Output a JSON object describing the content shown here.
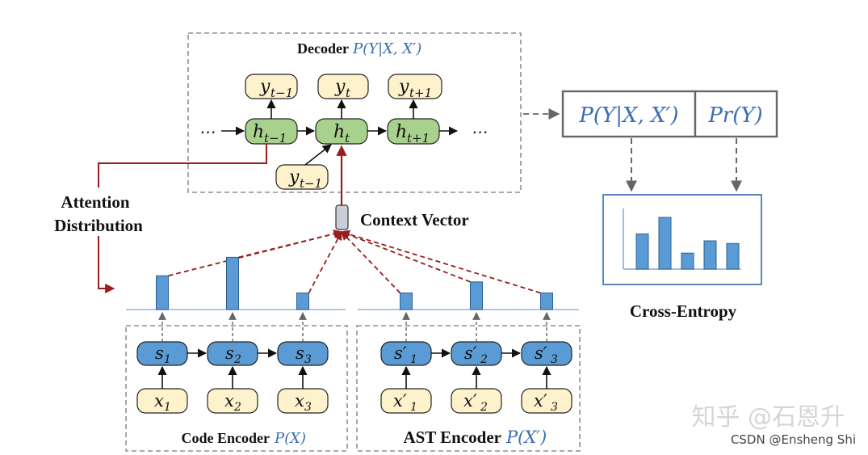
{
  "decoder": {
    "title": "Decoder",
    "prob": "P(Y|X, X′)",
    "nodes_y": [
      {
        "base": "y",
        "sub": "t−1"
      },
      {
        "base": "y",
        "sub": "t"
      },
      {
        "base": "y",
        "sub": "t+1"
      }
    ],
    "nodes_h": [
      {
        "base": "h",
        "sub": "t−1"
      },
      {
        "base": "h",
        "sub": "t"
      },
      {
        "base": "h",
        "sub": "t+1"
      }
    ],
    "input_y": {
      "base": "y",
      "sub": "t−1"
    },
    "ellipsis": "⋯"
  },
  "output": {
    "box1": "P(Y|X, X′)",
    "box2": "Pr(Y)",
    "label": "Cross-Entropy"
  },
  "context_label": "Context Vector",
  "attention_label": [
    "Attention",
    "Distribution"
  ],
  "code_encoder": {
    "title": "Code Encoder",
    "prob": "P(X)",
    "s_nodes": [
      {
        "base": "s",
        "sub": "1"
      },
      {
        "base": "s",
        "sub": "2"
      },
      {
        "base": "s",
        "sub": "3"
      }
    ],
    "x_nodes": [
      {
        "base": "x",
        "sub": "1"
      },
      {
        "base": "x",
        "sub": "2"
      },
      {
        "base": "x",
        "sub": "3"
      }
    ]
  },
  "ast_encoder": {
    "title": "AST Encoder",
    "prob": "P(X′)",
    "s_nodes": [
      {
        "base": "s′",
        "sub": "1"
      },
      {
        "base": "s′",
        "sub": "2"
      },
      {
        "base": "s′",
        "sub": "3"
      }
    ],
    "x_nodes": [
      {
        "base": "x′",
        "sub": "1"
      },
      {
        "base": "x′",
        "sub": "2"
      },
      {
        "base": "x′",
        "sub": "3"
      }
    ]
  },
  "attention_weights": [
    0.55,
    0.85,
    0.27,
    0.27,
    0.45,
    0.27
  ],
  "cross_entropy_bars": [
    0.66,
    0.97,
    0.3,
    0.53,
    0.48
  ],
  "watermark": {
    "main": "知乎 @石恩升",
    "sub": "CSDN @Ensheng Shi"
  },
  "colors": {
    "decoder_node": "#a9d18e",
    "output_node": "#fdf2cc",
    "encoder_node": "#5b9bd5",
    "arrow_red": "#9b1c1c",
    "prob_blue": "#3b6db3"
  }
}
